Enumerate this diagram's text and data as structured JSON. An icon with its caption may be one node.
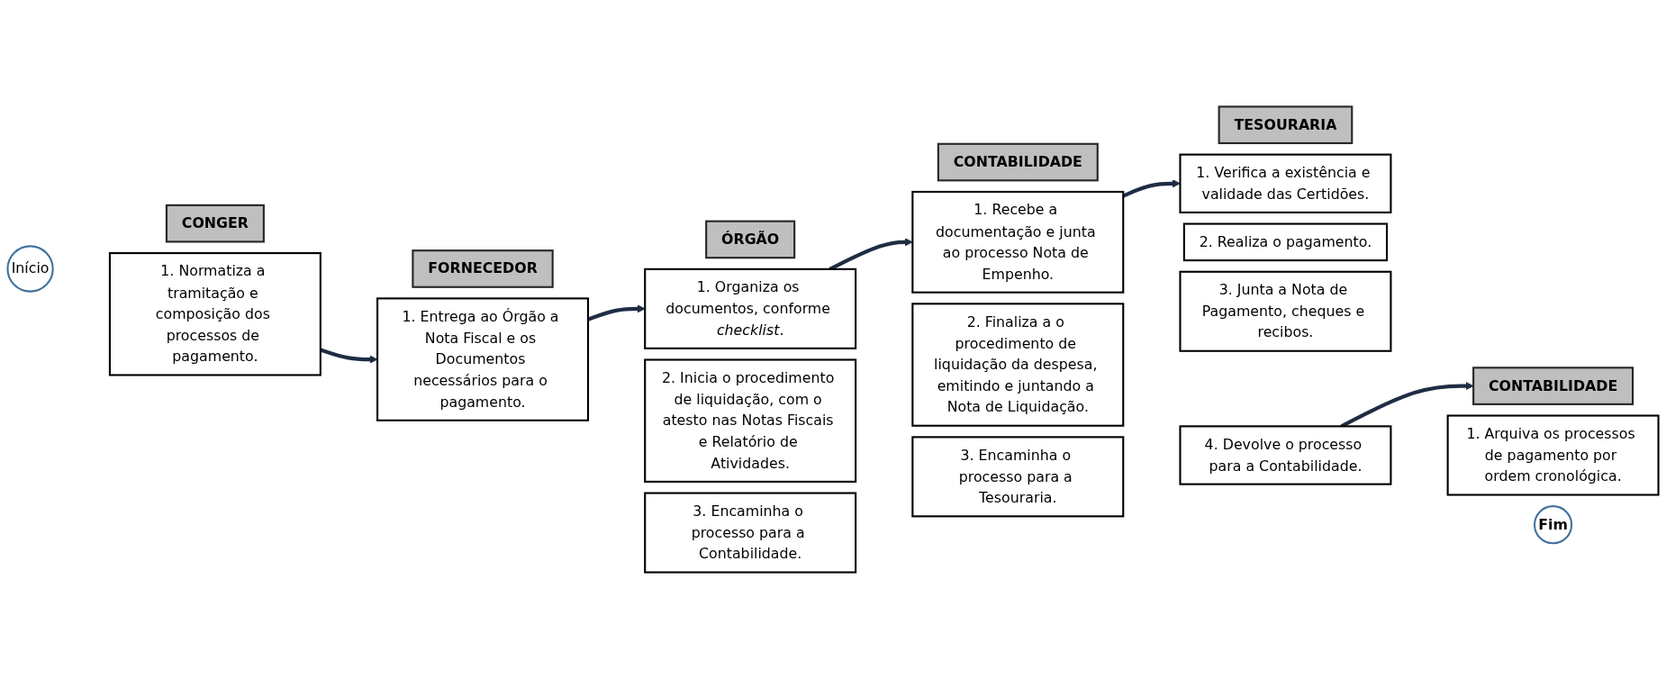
{
  "diagram": {
    "nodes": [
      {
        "text": [
          "Início"
        ]
      },
      {
        "text": [
          "CONGER"
        ]
      },
      {
        "text": [
          "1. Normatiza a tramitação e composição dos processos de pagamento."
        ]
      },
      {
        "text": [
          "FORNECEDOR"
        ]
      },
      {
        "text": [
          "1. Entrega ao Órgão a Nota Fiscal e os Documentos necessários para o pagamento."
        ]
      },
      {
        "text": [
          "ÓRGÃO"
        ]
      },
      {
        "text": [
          "1. Organiza os documentos, conforme *checklist*."
        ]
      },
      {
        "text": [
          "2. Inicia o procedimento de liquidação, com o atesto nas Notas Fiscais e Relatório de Atividades."
        ]
      },
      {
        "text": [
          "3. Encaminha o processo para a Contabilidade."
        ]
      },
      {
        "text": [
          "CONTABILIDADE"
        ]
      },
      {
        "text": [
          "1. Recebe a documentação e junta ao processo Nota de Empenho."
        ]
      },
      {
        "text": [
          "2. Finaliza a o procedimento de liquidação da despesa, emitindo e juntando a Nota de Liquidação."
        ]
      },
      {
        "text": [
          "3. Encaminha o processo para a Tesouraria."
        ]
      },
      {
        "text": [
          "TESOURARIA"
        ]
      },
      {
        "text": [
          "1. Verifica a existência e validade das Certidões."
        ]
      },
      {
        "text": [
          "2. Realiza o pagamento."
        ]
      },
      {
        "text": [
          "3. Junta a Nota de Pagamento, cheques e recibos."
        ]
      },
      {
        "text": [
          "4. Devolve o processo para a Contabilidade."
        ]
      },
      {
        "text": [
          "CONTABILIDADE"
        ]
      },
      {
        "text": [
          "1. Arquiva os processos de pagamento por ordem cronológica."
        ]
      },
      {
        "text": [
          "Fim"
        ]
      }
    ],
    "edges": [
      {
        "from": 2,
        "to": 4,
        "arrow": "to"
      },
      {
        "from": 4,
        "to": 6,
        "arrow": "to"
      },
      {
        "from": 6,
        "to": 10,
        "arrow": "to"
      },
      {
        "from": 10,
        "to": 14,
        "arrow": "to"
      },
      {
        "from": 17,
        "to": 18,
        "arrow": "to"
      }
    ]
  }
}
